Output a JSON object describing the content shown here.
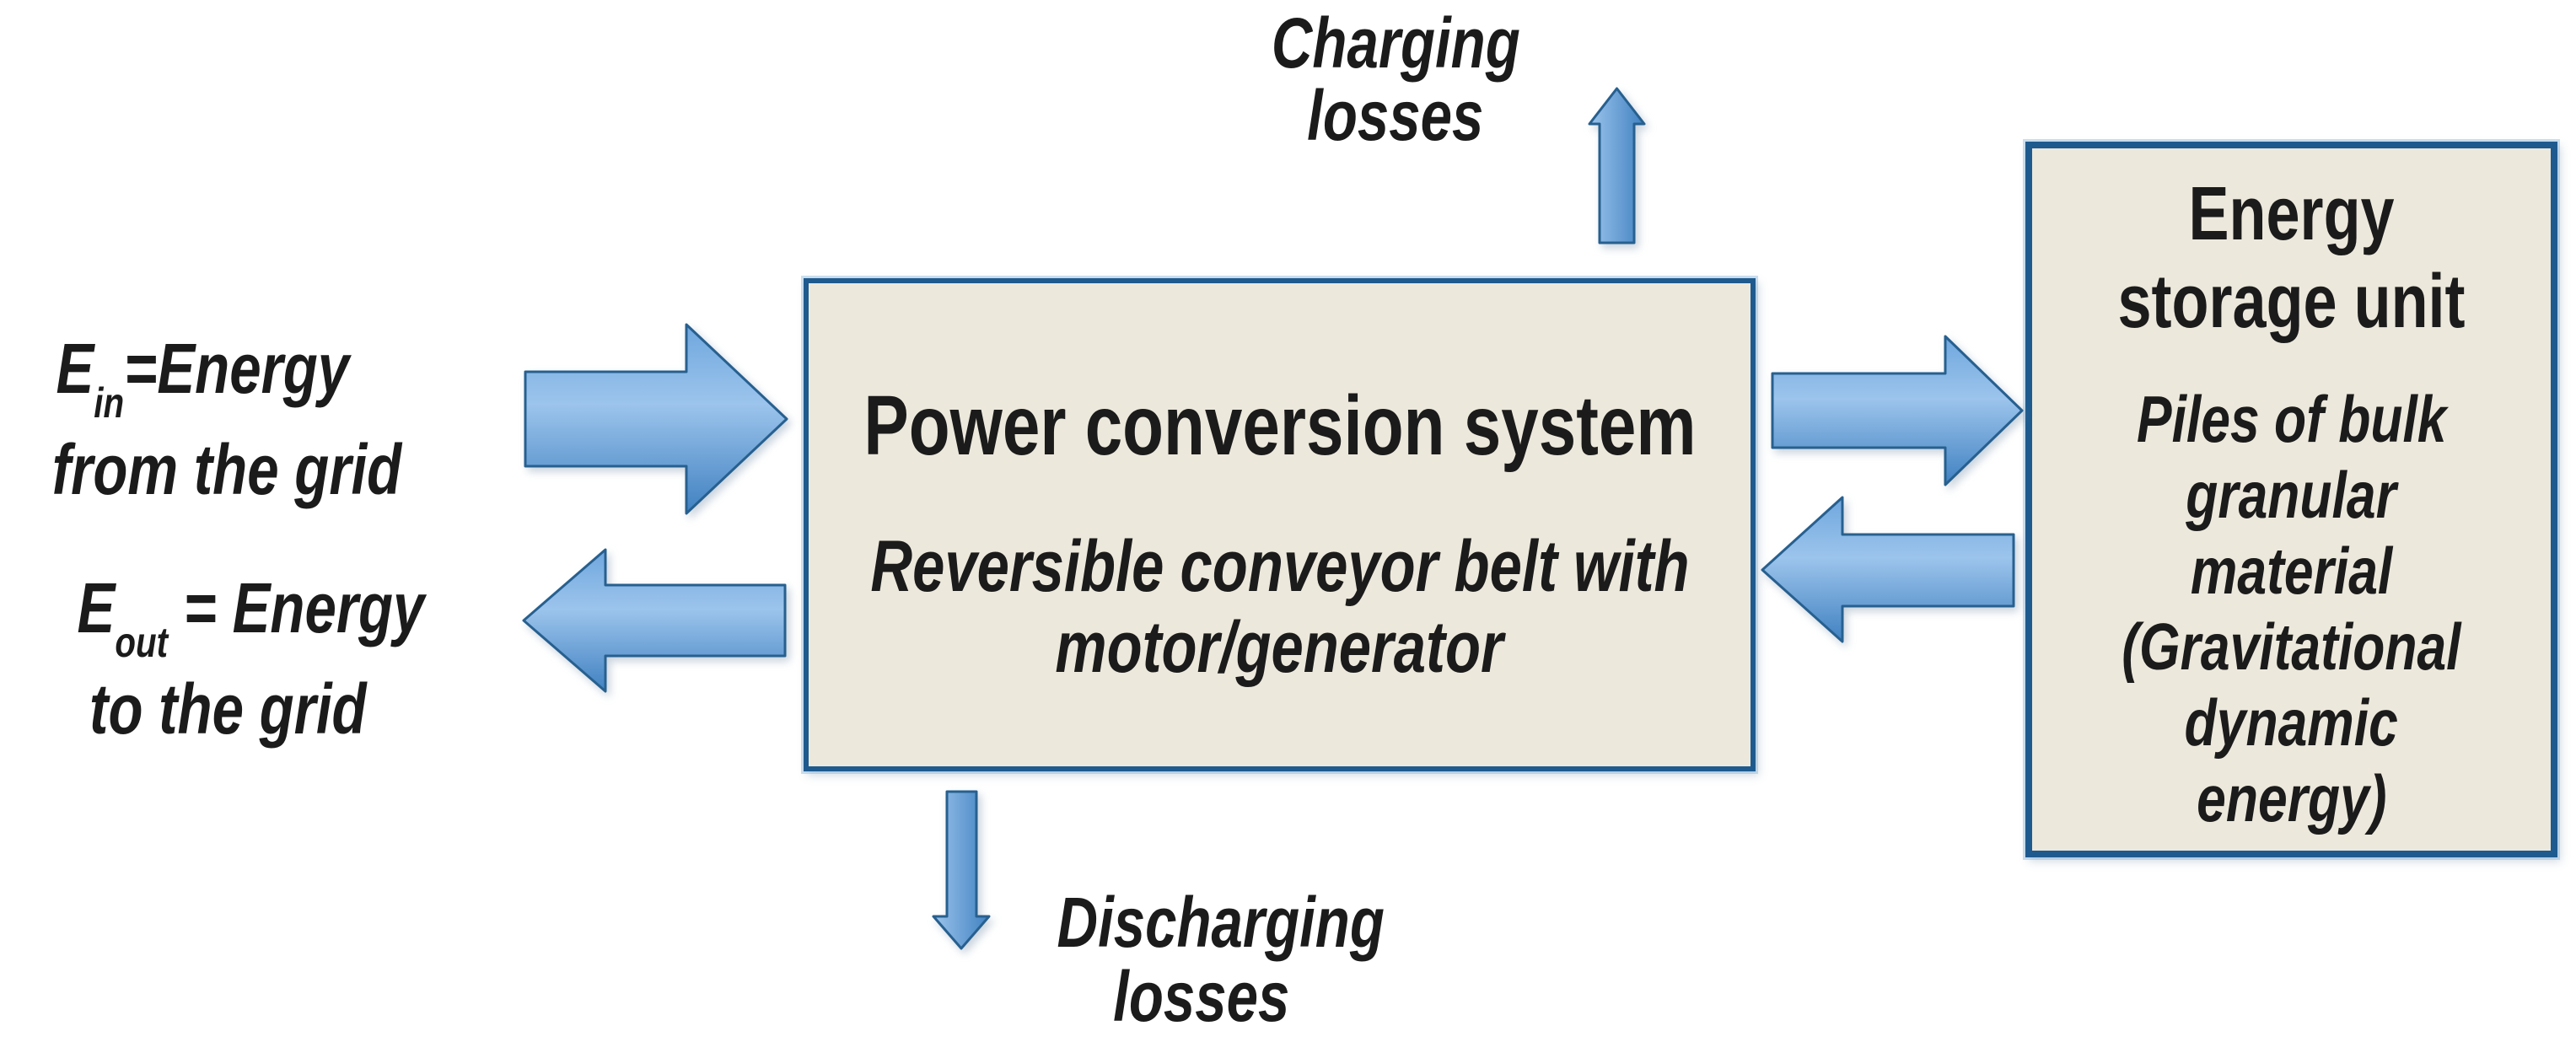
{
  "labels": {
    "grid_in": {
      "symbol": "E",
      "sub": "in",
      "rest": "=Energy",
      "line2": "from the grid"
    },
    "grid_out": {
      "symbol": "E",
      "sub": "out",
      "rest": " = Energy",
      "line2": "to the grid"
    },
    "charging": {
      "line1": "Charging",
      "line2": "losses"
    },
    "discharging": {
      "line1": "Discharging",
      "line2": "losses"
    }
  },
  "boxes": {
    "power_conversion": {
      "title": "Power conversion system",
      "subtitle_line1": "Reversible conveyor belt with",
      "subtitle_line2": "motor/generator"
    },
    "energy_storage": {
      "title_line1": "Energy",
      "title_line2": "storage unit",
      "body": [
        "Piles of bulk",
        "granular",
        "material",
        "(Gravitational",
        "dynamic",
        "energy)"
      ]
    }
  },
  "arrows": [
    {
      "name": "grid-to-pcs",
      "direction": "right"
    },
    {
      "name": "pcs-to-grid",
      "direction": "left"
    },
    {
      "name": "pcs-to-storage",
      "direction": "right"
    },
    {
      "name": "storage-to-pcs",
      "direction": "left"
    },
    {
      "name": "charging-losses",
      "direction": "up"
    },
    {
      "name": "discharging-losses",
      "direction": "down"
    }
  ],
  "colors": {
    "background": "#ffffff",
    "box_fill": "#ECE8DC",
    "box_border": "#1E5A8E",
    "arrow_light": "#9CC4EC",
    "arrow_mid": "#6FA7DE",
    "arrow_dark": "#4081C1",
    "arrow_stroke": "#27608F",
    "text": "#1B1B1B"
  }
}
